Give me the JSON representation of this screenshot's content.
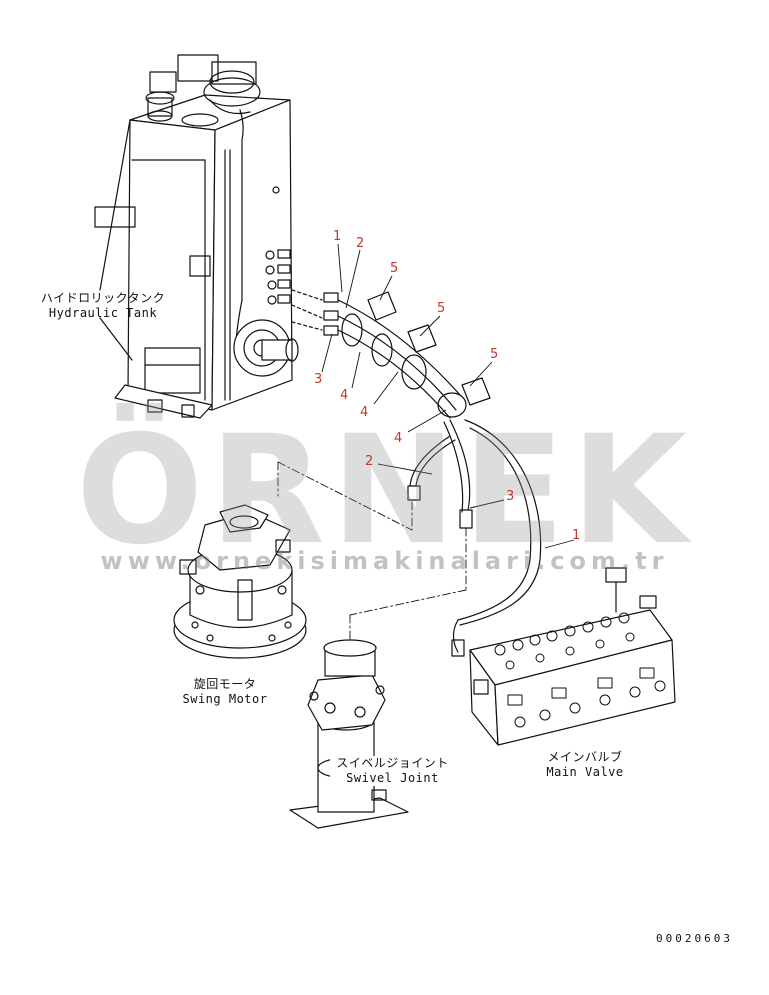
{
  "labels": {
    "hydraulic_tank_jp": "ハイドロリックタンク",
    "hydraulic_tank_en": "Hydraulic Tank",
    "swing_motor_jp": "旋回モータ",
    "swing_motor_en": "Swing Motor",
    "swivel_joint_jp": "スイベルジョイント",
    "swivel_joint_en": "Swivel Joint",
    "main_valve_jp": "メインバルブ",
    "main_valve_en": "Main Valve"
  },
  "callouts": [
    "1",
    "2",
    "5",
    "5",
    "5",
    "3",
    "4",
    "4",
    "4",
    "2",
    "3",
    "1"
  ],
  "watermark": {
    "brand": "ÖRNEK",
    "url": "www.ornekisimakinalari.com.tr"
  },
  "reference_code": "00020603",
  "colors": {
    "line": "#111111",
    "callout": "#c0392b",
    "watermark": "#9a9a9a"
  }
}
